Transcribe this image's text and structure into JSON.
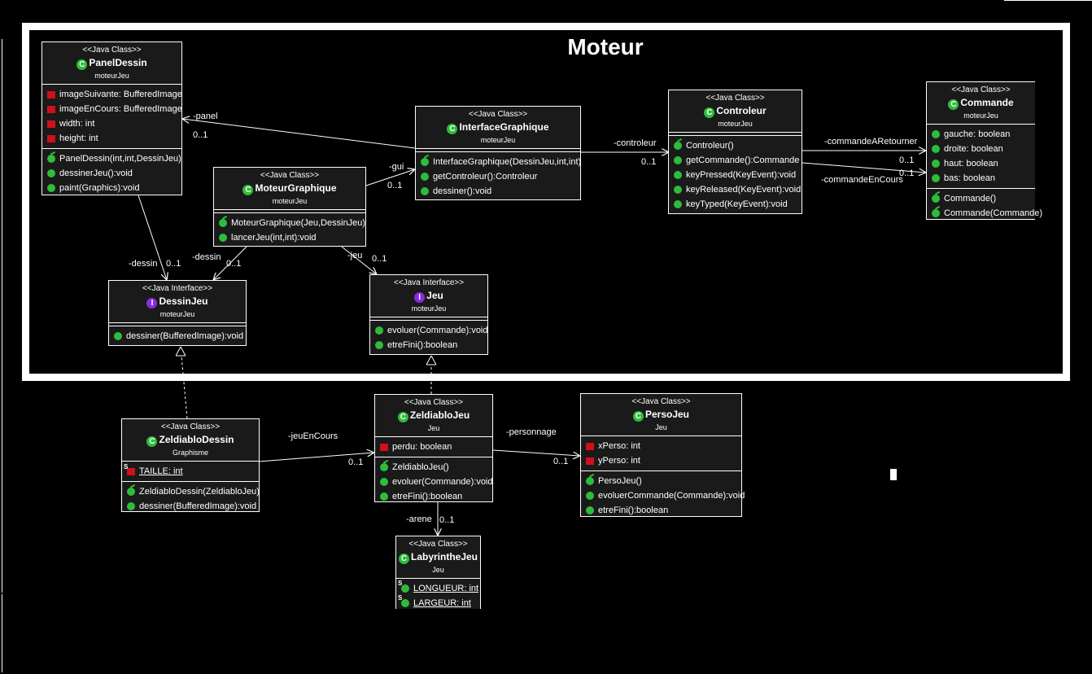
{
  "package": {
    "title": "Moteur"
  },
  "classes": {
    "panel_dessin": {
      "stereotype": "<<Java Class>>",
      "kind": "C",
      "name": "PanelDessin",
      "package": "moteurJeu",
      "fields": [
        "imageSuivante: BufferedImage",
        "imageEnCours: BufferedImage",
        "width: int",
        "height: int"
      ],
      "methods": [
        "PanelDessin(int,int,DessinJeu)",
        "dessinerJeu():void",
        "paint(Graphics):void"
      ]
    },
    "interface_graphique": {
      "stereotype": "<<Java Class>>",
      "kind": "C",
      "name": "InterfaceGraphique",
      "package": "moteurJeu",
      "methods": [
        "InterfaceGraphique(DessinJeu,int,int)",
        "getControleur():Controleur",
        "dessiner():void"
      ]
    },
    "controleur": {
      "stereotype": "<<Java Class>>",
      "kind": "C",
      "name": "Controleur",
      "package": "moteurJeu",
      "methods": [
        "Controleur()",
        "getCommande():Commande",
        "keyPressed(KeyEvent):void",
        "keyReleased(KeyEvent):void",
        "keyTyped(KeyEvent):void"
      ]
    },
    "commande": {
      "stereotype": "<<Java Class>>",
      "kind": "C",
      "name": "Commande",
      "package": "moteurJeu",
      "fields": [
        "gauche: boolean",
        "droite: boolean",
        "haut: boolean",
        "bas: boolean"
      ],
      "methods": [
        "Commande()",
        "Commande(Commande)"
      ]
    },
    "moteur_graphique": {
      "stereotype": "<<Java Class>>",
      "kind": "C",
      "name": "MoteurGraphique",
      "package": "moteurJeu",
      "methods": [
        "MoteurGraphique(Jeu,DessinJeu)",
        "lancerJeu(int,int):void"
      ]
    },
    "dessin_jeu": {
      "stereotype": "<<Java Interface>>",
      "kind": "I",
      "name": "DessinJeu",
      "package": "moteurJeu",
      "methods": [
        "dessiner(BufferedImage):void"
      ]
    },
    "jeu": {
      "stereotype": "<<Java Interface>>",
      "kind": "I",
      "name": "Jeu",
      "package": "moteurJeu",
      "methods": [
        "evoluer(Commande):void",
        "etreFini():boolean"
      ]
    },
    "zeldiablo_dessin": {
      "stereotype": "<<Java Class>>",
      "kind": "C",
      "name": "ZeldiabloDessin",
      "package": "Graphisme",
      "fields": [
        "TAILLE: int"
      ],
      "methods": [
        "ZeldiabloDessin(ZeldiabloJeu)",
        "dessiner(BufferedImage):void"
      ]
    },
    "zeldiablo_jeu": {
      "stereotype": "<<Java Class>>",
      "kind": "C",
      "name": "ZeldiabloJeu",
      "package": "Jeu",
      "fields": [
        "perdu: boolean"
      ],
      "methods": [
        "ZeldiabloJeu()",
        "evoluer(Commande):void",
        "etreFini():boolean"
      ]
    },
    "perso_jeu": {
      "stereotype": "<<Java Class>>",
      "kind": "C",
      "name": "PersoJeu",
      "package": "Jeu",
      "fields": [
        "xPerso: int",
        "yPerso: int"
      ],
      "methods": [
        "PersoJeu()",
        "evoluerCommande(Commande):void",
        "etreFini():boolean"
      ]
    },
    "labyrinthe_jeu": {
      "stereotype": "<<Java Class>>",
      "kind": "C",
      "name": "LabyrintheJeu",
      "package": "Jeu",
      "fields": [
        "LONGUEUR: int",
        "LARGEUR: int"
      ]
    }
  },
  "associations": {
    "panel": "-panel",
    "panel_mult": "0..1",
    "gui": "-gui",
    "gui_mult": "0..1",
    "controleur": "-controleur",
    "controleur_mult": "0..1",
    "commande_a_retourner": "-commandeARetourner",
    "commande_a_retourner_mult": "0..1",
    "commande_en_cours": "-commandeEnCours",
    "commande_en_cours_mult": "0..1",
    "dessin_pd": "-dessin",
    "dessin_pd_mult": "0..1",
    "dessin_mg": "-dessin",
    "dessin_mg_mult": "0..1",
    "jeu": "-jeu",
    "jeu_mult": "0..1",
    "jeu_en_cours": "-jeuEnCours",
    "jeu_en_cours_mult": "0..1",
    "personnage": "-personnage",
    "personnage_mult": "0..1",
    "arene": "-arene",
    "arene_mult": "0..1"
  }
}
